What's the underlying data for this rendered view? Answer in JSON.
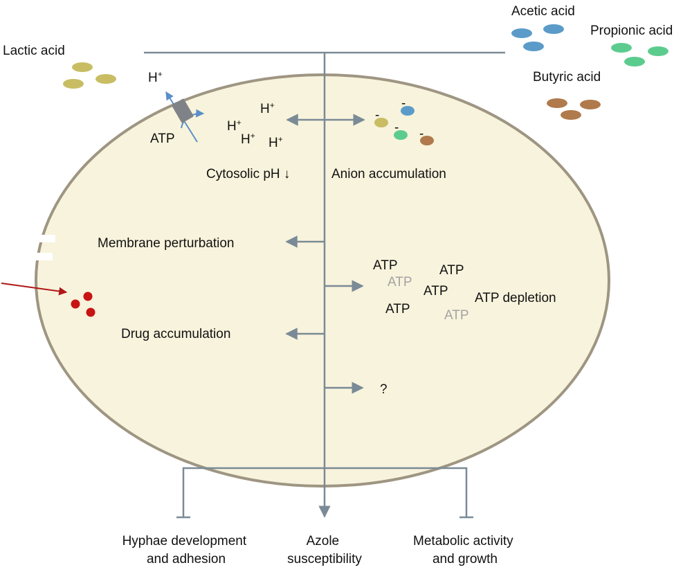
{
  "acids": {
    "lactic": "Lactic acid",
    "acetic": "Acetic acid",
    "propionic": "Propionic acid",
    "butyric": "Butyric acid"
  },
  "colors": {
    "cell_fill": "#f8f3dc",
    "cell_border": "#9e9582",
    "axis": "#7a8a96",
    "lactic": "#c8bd63",
    "acetic": "#5b9bc9",
    "propionic": "#5ccc8e",
    "butyric": "#b07a4c",
    "drug": "#c81414",
    "pump": "#7f8388",
    "pump_arrow": "#5a8fc8",
    "drug_arrow": "#b01818",
    "atp_grey": "#a3a3a3"
  },
  "proton": {
    "symbol": "H",
    "charge": "+"
  },
  "pump_atp": "ATP",
  "anion_charge": "-",
  "effects": {
    "cytosolic_ph": "Cytosolic pH ↓",
    "anion_accumulation": "Anion accumulation",
    "membrane": "Membrane perturbation",
    "drug": "Drug accumulation",
    "atp_depletion": "ATP depletion",
    "unknown": "?"
  },
  "atp_cluster": {
    "label": "ATP"
  },
  "outcomes": {
    "left": [
      "Hyphae development",
      "and adhesion"
    ],
    "center": [
      "Azole",
      "susceptibility"
    ],
    "right": [
      "Metabolic activity",
      "and growth"
    ]
  }
}
